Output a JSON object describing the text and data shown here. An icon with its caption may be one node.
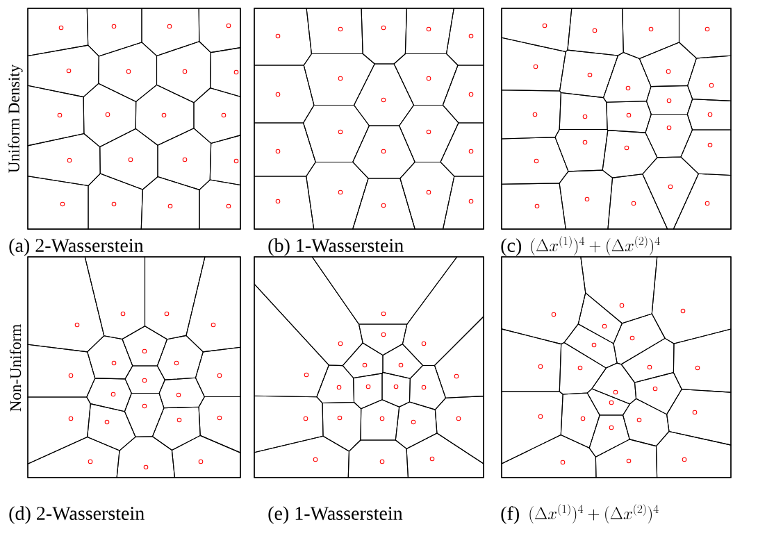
{
  "diagram": {
    "labels": [
      "Uniform Density",
      "(a) 2-Wasserstein",
      "(b) 1-Wasserstein",
      "(c)",
      "(\\Delta x^{(1)})^4+(\\Delta x^{(2)})^4",
      "Non-Uniform",
      "(d) 2-Wasserstein",
      "(e) 1-Wasserstein",
      "(f)",
      "(\\Delta x^{(1)})^4+(\\Delta x^{(2)})^4"
    ]
  }
}
